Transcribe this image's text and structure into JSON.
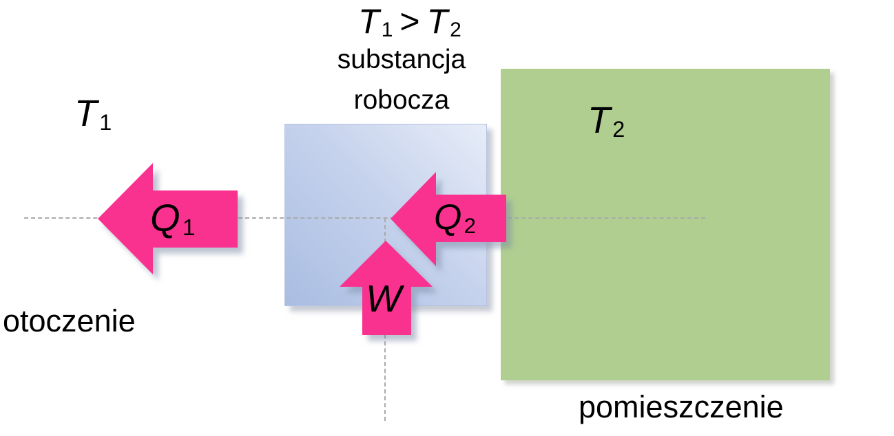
{
  "diagram": {
    "type": "thermodynamic-heat-pump-schematic",
    "labels": {
      "inequality": {
        "sym1": "T",
        "sub1": "1",
        "op": ">",
        "sym2": "T",
        "sub2": "2"
      },
      "working_substance": {
        "line1": "substancja",
        "line2": "robocza"
      },
      "hot_reservoir_temp": {
        "sym": "T",
        "sub": "1"
      },
      "cold_reservoir_temp": {
        "sym": "T",
        "sub": "2"
      },
      "surroundings": "otoczenie",
      "room": "pomieszczenie",
      "heat_rejected": {
        "sym": "Q",
        "sub": "1"
      },
      "heat_extracted": {
        "sym": "Q",
        "sub": "2"
      },
      "work": "W"
    },
    "colors": {
      "arrow_pink": "#F9318F",
      "room_green": "#AFCE90",
      "substance_blue_dark": "#A9BDE2",
      "substance_blue_light": "#E7EDF8",
      "guide_line": "#ABABAB",
      "text": "#000000"
    }
  }
}
